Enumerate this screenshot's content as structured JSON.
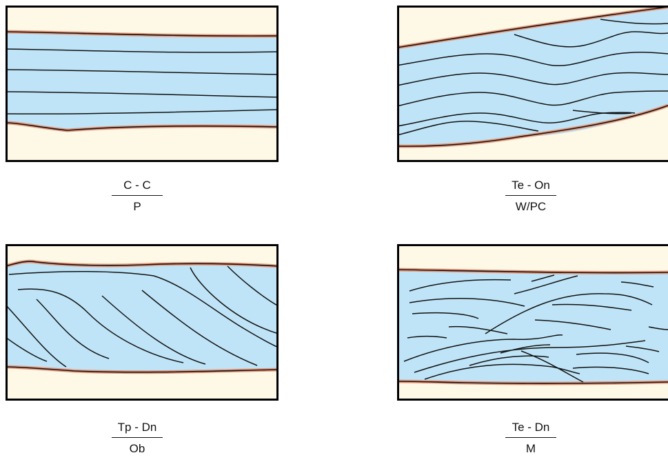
{
  "colors": {
    "sand": "#fdf9e6",
    "water": "#bfe4f7",
    "boundary": "#e69a7e",
    "line": "#111111",
    "frame": "#000000"
  },
  "panels": [
    {
      "id": "cc-p",
      "numerator": "C - C",
      "denominator": "P"
    },
    {
      "id": "te-on",
      "numerator": "Te - On",
      "denominator": "W/PC"
    },
    {
      "id": "tp-dn",
      "numerator": "Tp - Dn",
      "denominator": "Ob"
    },
    {
      "id": "te-dn",
      "numerator": "Te - Dn",
      "denominator": "M"
    }
  ]
}
